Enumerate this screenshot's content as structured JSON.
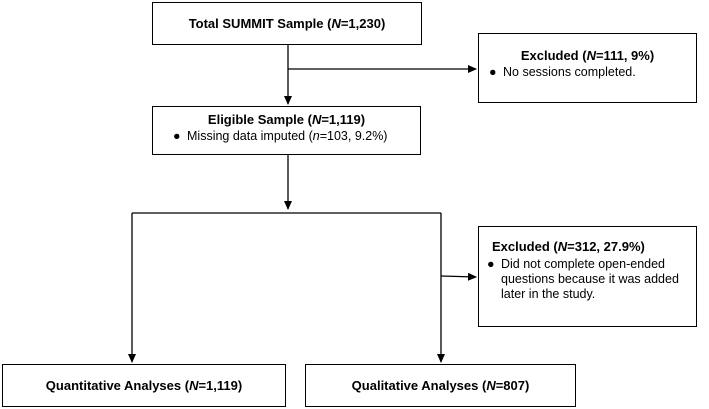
{
  "boxes": {
    "total": {
      "pre": "Total SUMMIT Sample (",
      "n_label": "N",
      "rest": "=1,230)"
    },
    "excluded_top": {
      "pre": "Excluded (",
      "n_label": "N",
      "rest": "=111, 9%)",
      "bullets": [
        "No sessions completed."
      ]
    },
    "eligible": {
      "pre": "Eligible Sample (",
      "n_label": "N",
      "rest": "=1,119)",
      "bullet_pre": "Missing data imputed (",
      "bullet_n": "n",
      "bullet_rest": "=103, 9.2%)"
    },
    "excluded_mid": {
      "pre": "Excluded (",
      "n_label": "N",
      "rest": "=312, 27.9%)",
      "bullets": [
        "Did not complete open-ended questions because it was added later in the study."
      ]
    },
    "quantitative": {
      "pre": "Quantitative Analyses (",
      "n_label": "N",
      "rest": "=1,119)"
    },
    "qualitative": {
      "pre": "Qualitative Analyses (",
      "n_label": "N",
      "rest": "=807)"
    }
  },
  "bullet_glyph": "●"
}
